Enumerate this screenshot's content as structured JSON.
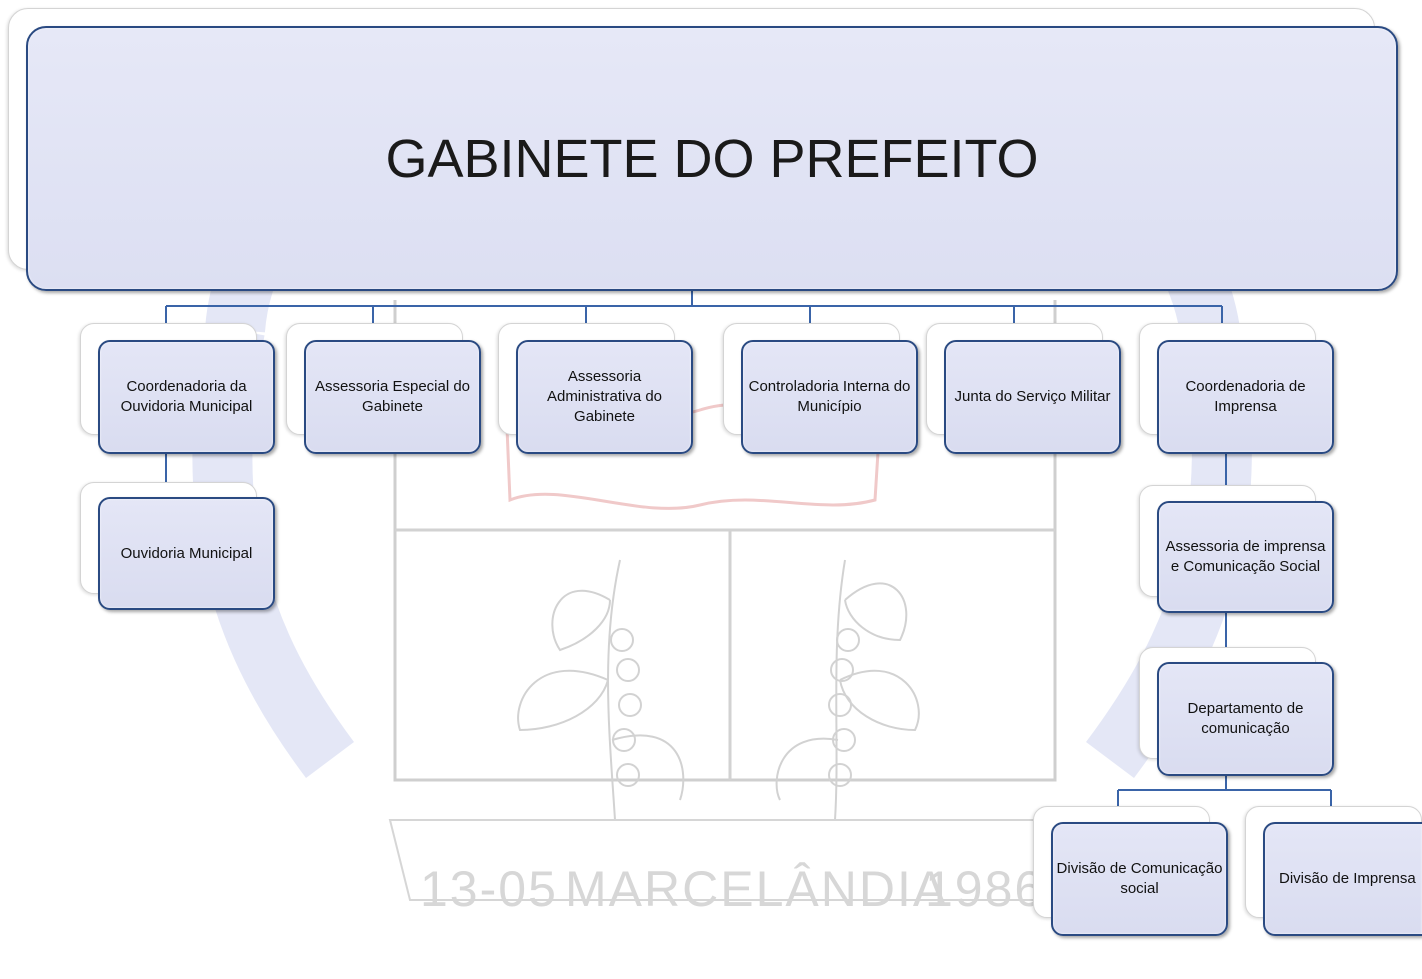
{
  "root": {
    "label": "GABINETE DO PREFEITO"
  },
  "nodes": {
    "ouvidoria_coord": {
      "label": "Coordenadoria da Ouvidoria Municipal"
    },
    "assessoria_especial": {
      "label": "Assessoria Especial do Gabinete"
    },
    "assessoria_admin": {
      "label": "Assessoria Administrativa do Gabinete"
    },
    "controladoria": {
      "label": "Controladoria Interna do Município"
    },
    "junta_militar": {
      "label": "Junta do Serviço Militar"
    },
    "coord_imprensa": {
      "label": "Coordenadoria de Imprensa"
    },
    "ouvidoria": {
      "label": "Ouvidoria Municipal"
    },
    "assessoria_imprensa": {
      "label": "Assessoria de imprensa e Comunicação Social"
    },
    "depto_comunicacao": {
      "label": "Departamento de comunicação"
    },
    "divisao_comunicacao": {
      "label": "Divisão de Comunicação social"
    },
    "divisao_imprensa": {
      "label": "Divisão de Imprensa"
    }
  },
  "watermark": {
    "date": "13-05",
    "city": "MARCELÂNDIA",
    "year": "1986"
  },
  "colors": {
    "node_fill": "#dcdff2",
    "node_border": "#2a4a82",
    "connector": "#3a64a8"
  }
}
